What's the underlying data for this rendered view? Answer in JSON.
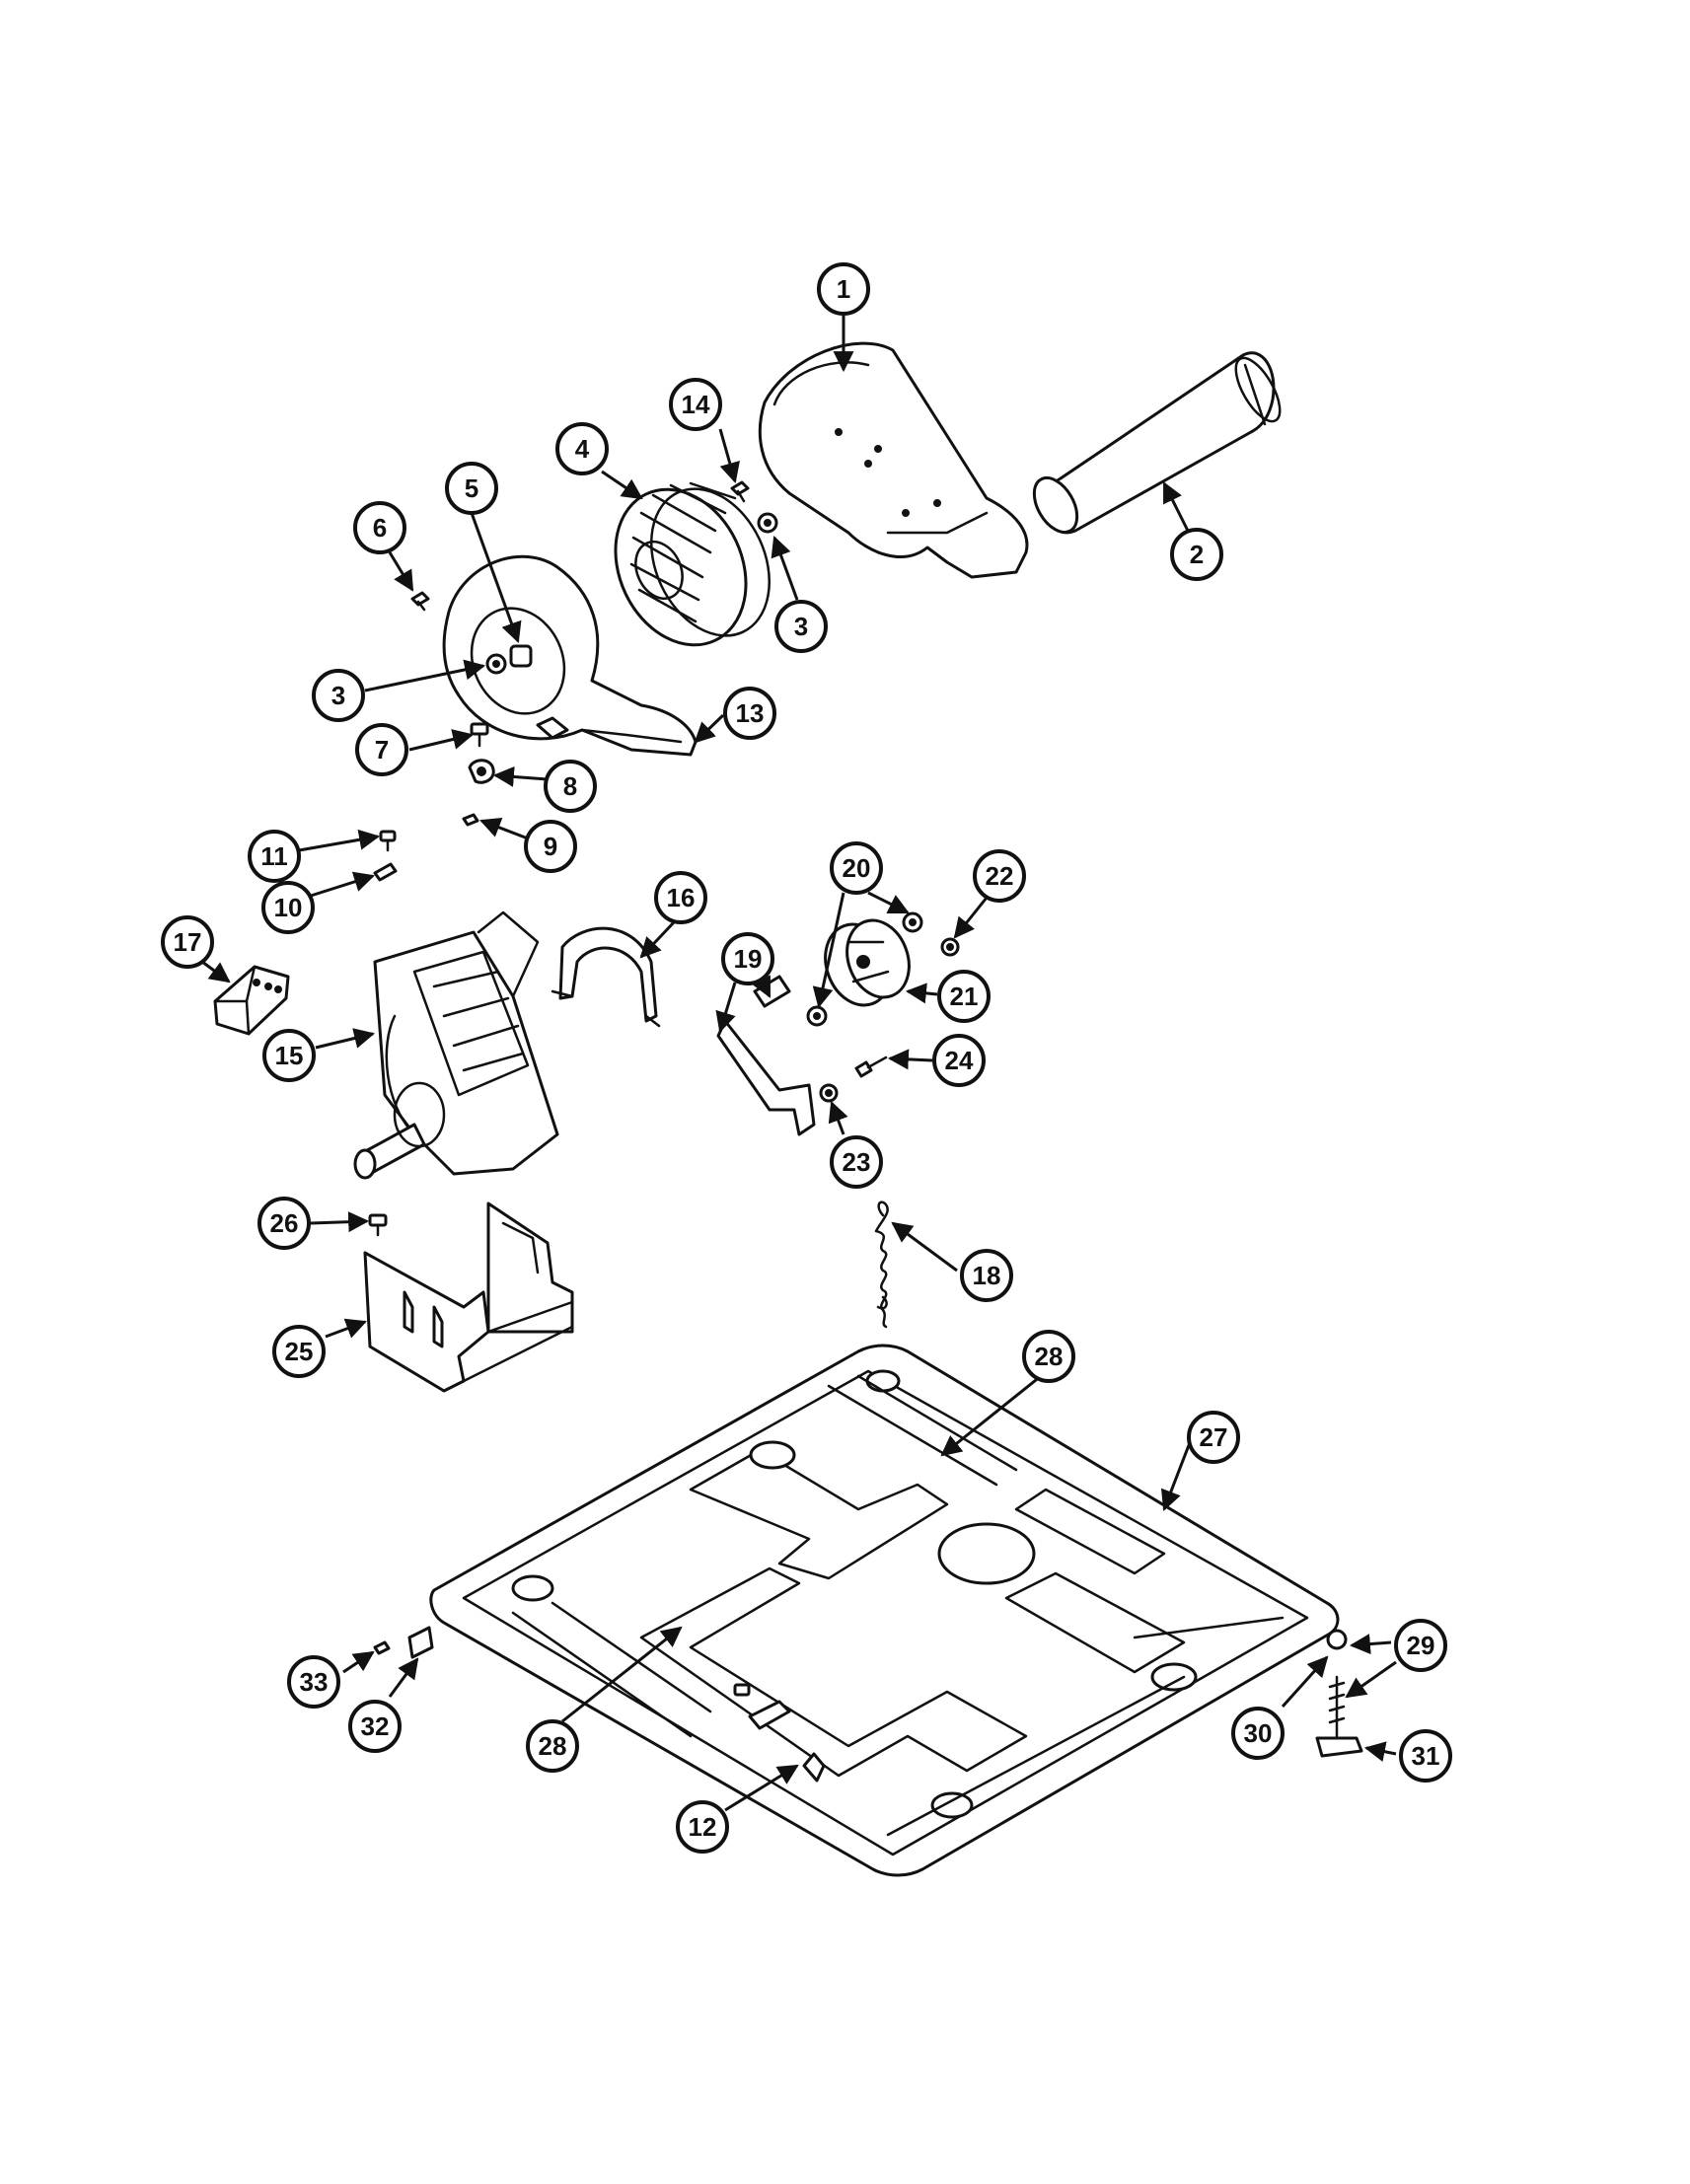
{
  "callouts": [
    {
      "id": "c1",
      "label": "1"
    },
    {
      "id": "c2",
      "label": "2"
    },
    {
      "id": "c3a",
      "label": "3"
    },
    {
      "id": "c3b",
      "label": "3"
    },
    {
      "id": "c4",
      "label": "4"
    },
    {
      "id": "c5",
      "label": "5"
    },
    {
      "id": "c6",
      "label": "6"
    },
    {
      "id": "c7",
      "label": "7"
    },
    {
      "id": "c8",
      "label": "8"
    },
    {
      "id": "c9",
      "label": "9"
    },
    {
      "id": "c10",
      "label": "10"
    },
    {
      "id": "c11",
      "label": "11"
    },
    {
      "id": "c12",
      "label": "12"
    },
    {
      "id": "c13",
      "label": "13"
    },
    {
      "id": "c14",
      "label": "14"
    },
    {
      "id": "c15",
      "label": "15"
    },
    {
      "id": "c16",
      "label": "16"
    },
    {
      "id": "c17",
      "label": "17"
    },
    {
      "id": "c18",
      "label": "18"
    },
    {
      "id": "c19",
      "label": "19"
    },
    {
      "id": "c20",
      "label": "20"
    },
    {
      "id": "c21",
      "label": "21"
    },
    {
      "id": "c22",
      "label": "22"
    },
    {
      "id": "c23",
      "label": "23"
    },
    {
      "id": "c24",
      "label": "24"
    },
    {
      "id": "c25",
      "label": "25"
    },
    {
      "id": "c26",
      "label": "26"
    },
    {
      "id": "c27",
      "label": "27"
    },
    {
      "id": "c28a",
      "label": "28"
    },
    {
      "id": "c28b",
      "label": "28"
    },
    {
      "id": "c29",
      "label": "29"
    },
    {
      "id": "c30",
      "label": "30"
    },
    {
      "id": "c31",
      "label": "31"
    },
    {
      "id": "c32",
      "label": "32"
    },
    {
      "id": "c33",
      "label": "33"
    }
  ]
}
